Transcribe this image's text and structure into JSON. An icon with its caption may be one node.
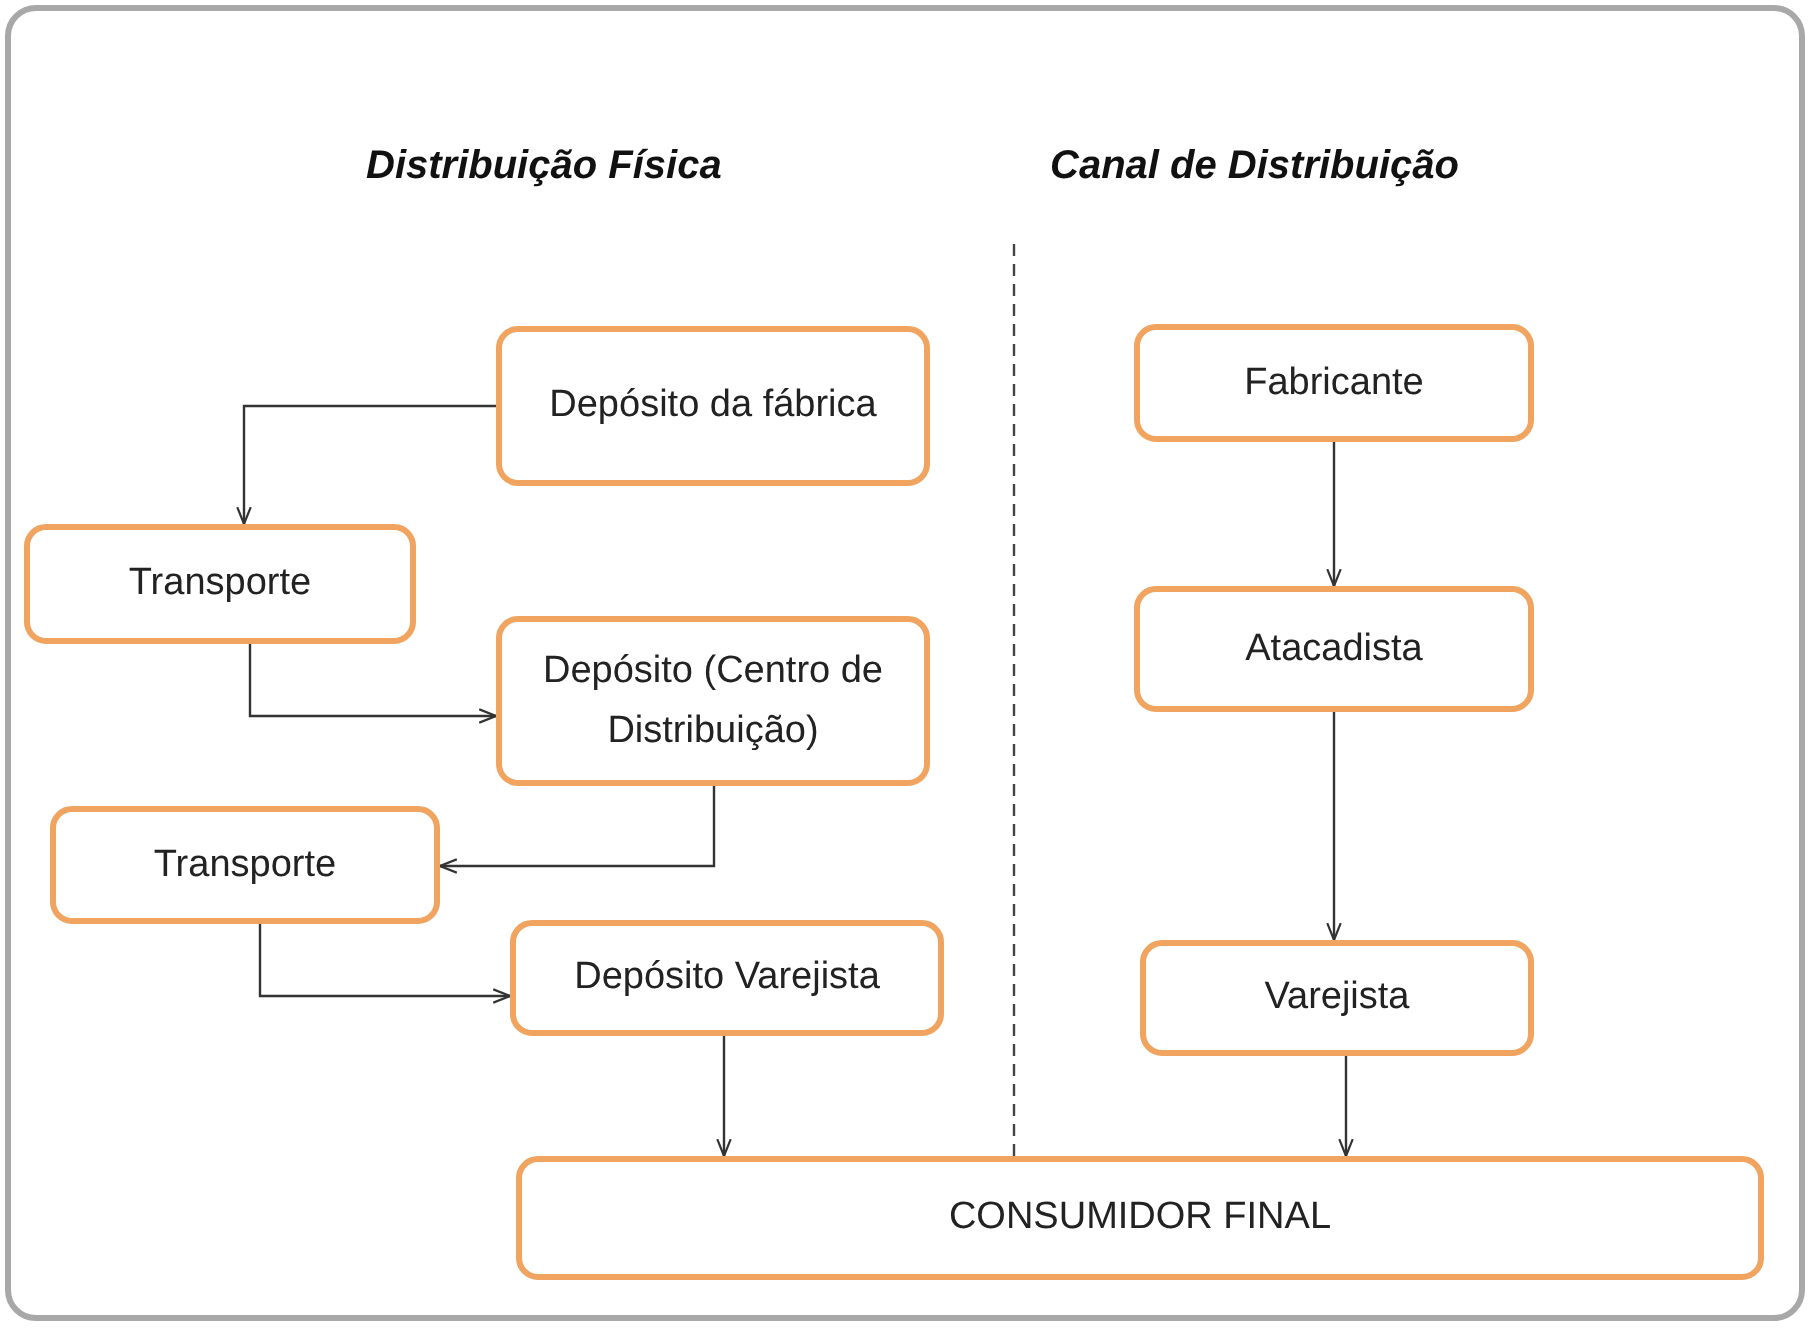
{
  "diagram": {
    "nodes": [
      {
        "text": [
          "Depósito da fábrica"
        ]
      },
      {
        "text": [
          "Transporte"
        ]
      },
      {
        "text": [
          "Depósito (Centro de Distribuição)"
        ]
      },
      {
        "text": [
          "Transporte"
        ]
      },
      {
        "text": [
          "Depósito Varejista"
        ]
      },
      {
        "text": [
          "Fabricante"
        ]
      },
      {
        "text": [
          "Atacadista"
        ]
      },
      {
        "text": [
          "Varejista"
        ]
      },
      {
        "text": [
          "CONSUMIDOR FINAL"
        ]
      }
    ],
    "edges": [
      {
        "from": 0,
        "to": 1,
        "arrow": "to"
      },
      {
        "from": 1,
        "to": 2,
        "arrow": "to"
      },
      {
        "from": 2,
        "to": 3,
        "arrow": "to"
      },
      {
        "from": 3,
        "to": 4,
        "arrow": "to"
      },
      {
        "from": 5,
        "to": 6,
        "arrow": "to"
      },
      {
        "from": 6,
        "to": 7,
        "arrow": "to"
      },
      {
        "from": 4,
        "to": 8,
        "arrow": "to"
      },
      {
        "from": 7,
        "to": 8,
        "arrow": "to"
      }
    ],
    "labels": [
      "Distribuição Física",
      "Canal de Distribuição"
    ]
  }
}
